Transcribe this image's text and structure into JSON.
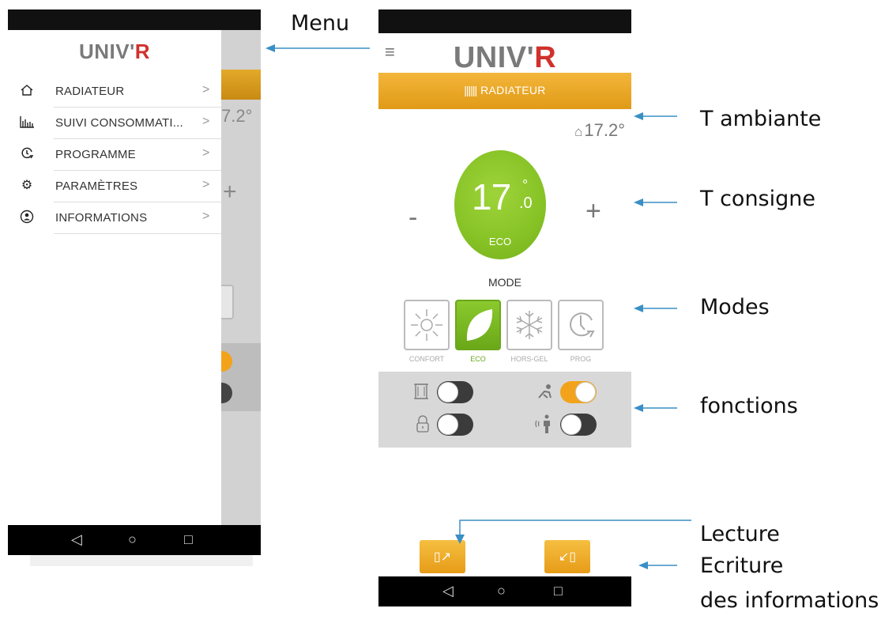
{
  "app_name": {
    "main": "UNIV'",
    "accent": "R"
  },
  "menu": {
    "items": [
      {
        "label": "RADIATEUR",
        "icon": "home-icon"
      },
      {
        "label": "SUIVI CONSOMMATI...",
        "icon": "bar-chart-icon"
      },
      {
        "label": "PROGRAMME",
        "icon": "clock-arrow-icon"
      },
      {
        "label": "PARAMÈTRES",
        "icon": "gear-icon"
      },
      {
        "label": "INFORMATIONS",
        "icon": "info-person-icon"
      }
    ],
    "chevron": ">",
    "background_temp": "7.2°",
    "background_plus": "+"
  },
  "radiator": {
    "tab_label": "RADIATEUR",
    "tab_icon": "radiator-icon",
    "ambient_temp": "17.2°",
    "setpoint": {
      "whole": "17",
      "decimal": ".0",
      "degree": "°"
    },
    "mode_badge": "ECO",
    "minus_label": "-",
    "plus_label": "+",
    "mode_title": "MODE",
    "modes": [
      {
        "label": "CONFORT",
        "icon": "sun-icon",
        "active": false
      },
      {
        "label": "ECO",
        "icon": "leaf-icon",
        "active": true
      },
      {
        "label": "HORS-GEL",
        "icon": "snowflake-icon",
        "active": false
      },
      {
        "label": "PROG",
        "icon": "clock-arrow-icon",
        "active": false
      }
    ],
    "functions": [
      {
        "icon": "window-icon",
        "state": "off"
      },
      {
        "icon": "presence-icon",
        "state": "on"
      },
      {
        "icon": "lock-icon",
        "state": "off"
      },
      {
        "icon": "person-signal-icon",
        "state": "off"
      }
    ],
    "read_button_icon": "phone-read-icon",
    "write_button_icon": "phone-write-icon"
  },
  "navbar": {
    "back": "◁",
    "home": "○",
    "recents": "□"
  },
  "annotations": {
    "menu": "Menu",
    "ambient": "T ambiante",
    "setpoint": "T consigne",
    "modes": "Modes",
    "functions": "fonctions",
    "read": "Lecture",
    "write": "Ecriture",
    "info": "des informations"
  },
  "colors": {
    "accent": "#e09a16",
    "eco_green": "#86c225",
    "brand_red": "#d0312d",
    "annotation_arrow": "#3a8fc4"
  }
}
